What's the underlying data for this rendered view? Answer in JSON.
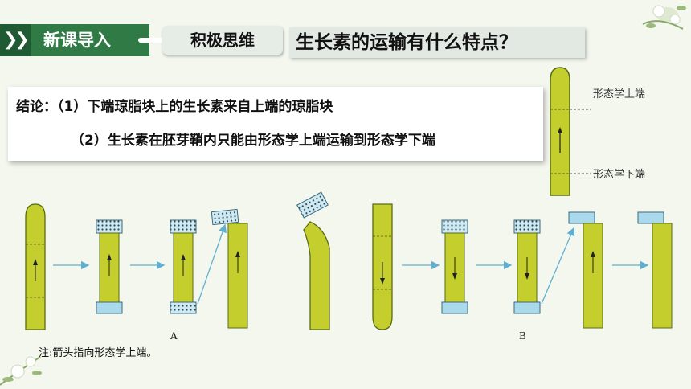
{
  "header": {
    "section_label": "新课导入",
    "tag": "积极思维",
    "question": "生长素的运输有什么特点？"
  },
  "conclusion": {
    "line1": "结论：（1）下端琼脂块上的生长素来自上端的琼脂块",
    "line2": "（2）生长素在胚芽鞘内只能由形态学上端运输到形态学下端"
  },
  "legend": {
    "upper_label": "形态学上端",
    "lower_label": "形态学下端"
  },
  "diagram": {
    "label_a": "A",
    "label_b": "B"
  },
  "note": "注:箭头指向形态学上端。",
  "colors": {
    "header_green": "#2f7a45",
    "coleoptile_fill": "#c4cf2e",
    "coleoptile_stroke": "#5a6b14",
    "agar_blue": "#a9d9ea",
    "arrow_blue": "#5fb0d0"
  },
  "icons": [
    "double-chevron-icon",
    "flower-decoration-icon"
  ]
}
